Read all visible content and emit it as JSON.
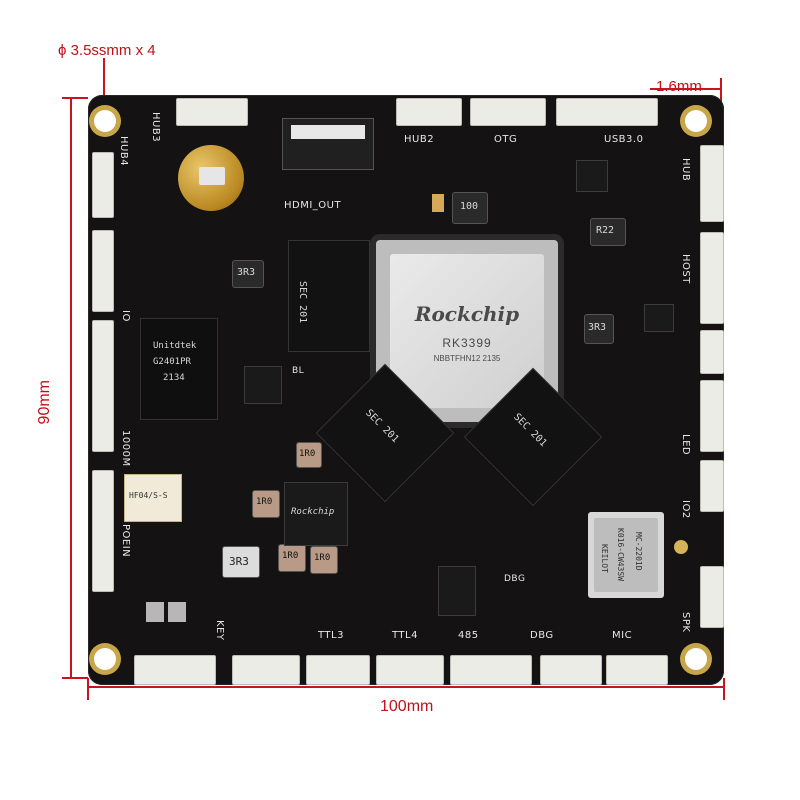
{
  "dimensions": {
    "hole_spec": "ϕ 3.5ssmm x 4",
    "thickness": "1.6mm",
    "height": "90mm",
    "width": "100mm"
  },
  "labels": {
    "hub3": "HUB3",
    "hub4": "HUB4",
    "hub2": "HUB2",
    "otg": "OTG",
    "usb3": "USB3.0",
    "hdmi_out": "HDMI_OUT",
    "hub": "HUB",
    "host": "HOST",
    "io": "IO",
    "eth": "1000M",
    "poe": "POEIN",
    "led": "LED",
    "io2": "IO2",
    "spk": "SPK",
    "ttl3": "TTL3",
    "ttl4": "TTL4",
    "p485": "485",
    "dbg": "DBG",
    "mic": "MIC",
    "key": "KEY",
    "dbg2": "DBG",
    "bl": "BL",
    "r22": "R22",
    "r3r3": "3R3",
    "r1r0": "1R0",
    "r100": "100",
    "soc_brand": "Rockchip",
    "soc_model": "RK3399",
    "soc_code": "NBBTFHN12 2135",
    "eth_brand": "Unitdtek",
    "eth_code": "G2401PR",
    "eth_date": "2134",
    "relay_code": "HF04/S-S",
    "wifi_code": "KEILOT",
    "wifi_model": "K016-CW43SW",
    "wifi_id": "MC-2201D",
    "ram_code": "SEC 201",
    "pmu_brand": "Rockchip"
  }
}
